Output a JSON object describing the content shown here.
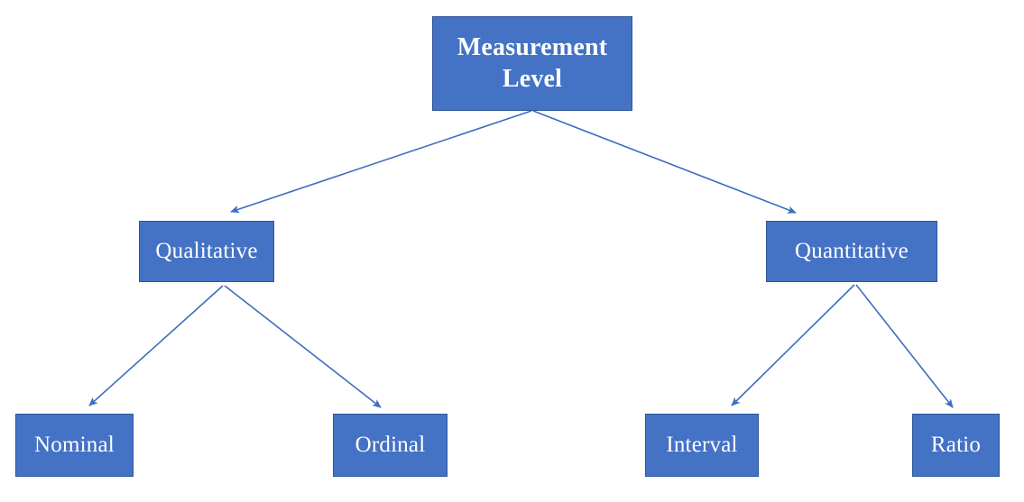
{
  "diagram": {
    "type": "tree",
    "title": "Measurement Level",
    "orientation": "top-down",
    "background_color": "#FFFFFF",
    "node_fill_color": "#4472C4",
    "node_border_color": "#2F5597",
    "node_text_color": "#FFFFFF",
    "connector_color": "#4472C4",
    "levels": 3,
    "nodes": {
      "root": {
        "label": "Measurement Level",
        "line_1": "Measurement",
        "line_2": "Level",
        "level": 0,
        "bold": true
      },
      "qualitative": {
        "label": "Qualitative",
        "level": 1,
        "bold": false
      },
      "quantitative": {
        "label": "Quantitative",
        "level": 1,
        "bold": false
      },
      "nominal": {
        "label": "Nominal",
        "level": 2,
        "bold": false
      },
      "ordinal": {
        "label": "Ordinal",
        "level": 2,
        "bold": false
      },
      "interval": {
        "label": "Interval",
        "level": 2,
        "bold": false
      },
      "ratio": {
        "label": "Ratio",
        "level": 2,
        "bold": false
      }
    },
    "edges": [
      {
        "from": "root",
        "to": "qualitative",
        "arrow": "single"
      },
      {
        "from": "root",
        "to": "quantitative",
        "arrow": "single"
      },
      {
        "from": "qualitative",
        "to": "nominal",
        "arrow": "single"
      },
      {
        "from": "qualitative",
        "to": "ordinal",
        "arrow": "single"
      },
      {
        "from": "quantitative",
        "to": "interval",
        "arrow": "single"
      },
      {
        "from": "quantitative",
        "to": "ratio",
        "arrow": "single"
      }
    ]
  }
}
